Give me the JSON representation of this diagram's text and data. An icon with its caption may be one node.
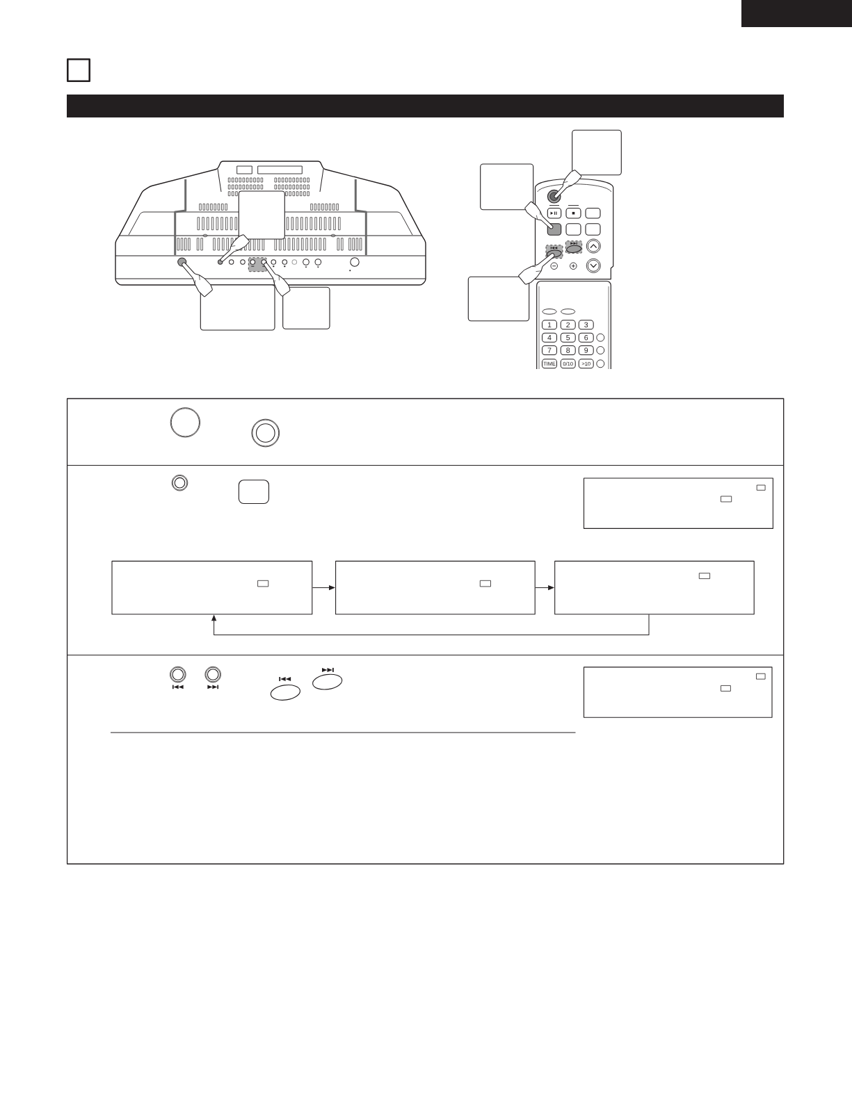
{
  "diagram": {
    "nodes": [
      {
        "text": [],
        "shape": "bar"
      },
      {
        "text": [],
        "shape": "box"
      },
      {
        "text": [],
        "shape": "box"
      },
      {
        "text": [],
        "shape": "box"
      },
      {
        "text": [],
        "shape": "box"
      },
      {
        "text": [],
        "shape": "box"
      },
      {
        "text": [],
        "shape": "box"
      },
      {
        "text": [],
        "shape": "box"
      },
      {
        "text": [],
        "shape": "box"
      },
      {
        "text": [],
        "shape": "box"
      },
      {
        "text": [],
        "shape": "box"
      },
      {
        "text": [],
        "shape": "box"
      }
    ],
    "edges": [
      {
        "from": 8,
        "to": 9,
        "arrow": "to"
      },
      {
        "from": 9,
        "to": 10,
        "arrow": "to"
      },
      {
        "from": 10,
        "to": 8,
        "arrow": "to"
      }
    ],
    "labels": [
      "1",
      "2",
      "3",
      "4",
      "5",
      "6",
      "7",
      "8",
      "9",
      "TIME",
      "0/10",
      ">10"
    ]
  }
}
